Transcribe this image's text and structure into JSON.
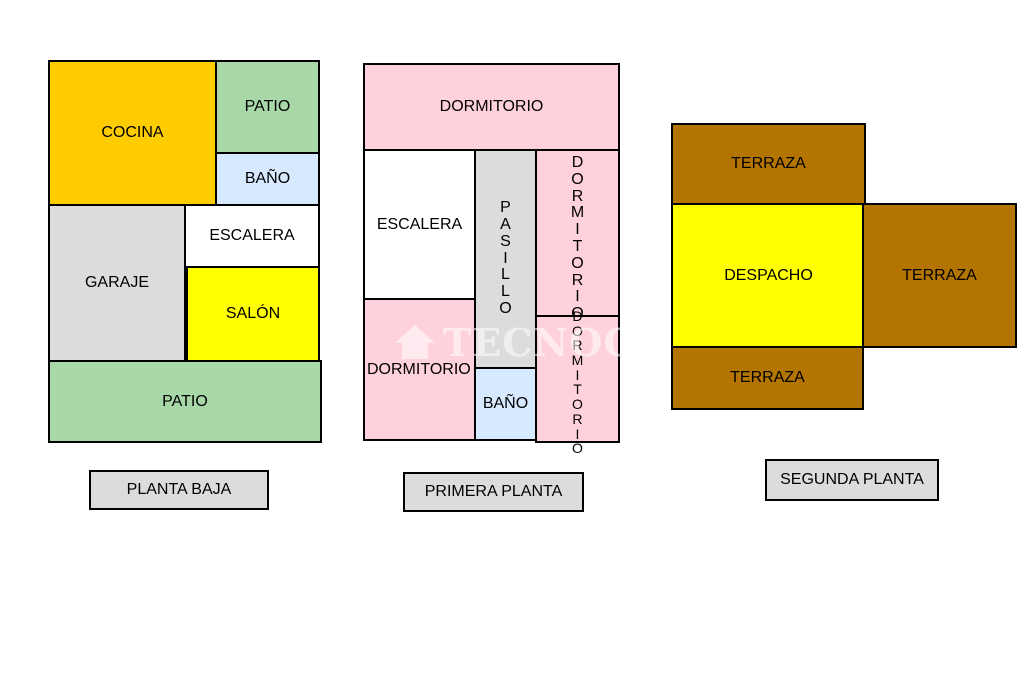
{
  "colors": {
    "cocina": "#FFCC00",
    "patio": "#A8D8A8",
    "bano": "#D6E9FF",
    "escalera": "#FFFFFF",
    "garaje": "#DCDCDC",
    "salon": "#FFFF00",
    "dormitorio": "#FFD1DC",
    "pasillo": "#DCDCDC",
    "terraza": "#B37400",
    "despacho": "#FFFF00",
    "label_bg": "#DCDCDC"
  },
  "planta_baja": {
    "cocina": "COCINA",
    "patio_top": "PATIO",
    "bano": "BAÑO",
    "escalera": "ESCALERA",
    "garaje": "GARAJE",
    "salon": "SALÓN",
    "patio_bottom": "PATIO",
    "label": "PLANTA BAJA"
  },
  "primera_planta": {
    "dormitorio_top": "DORMITORIO",
    "escalera": "ESCALERA",
    "pasillo": "PASILLO",
    "dormitorio_right_top": "DORMITORIO",
    "dormitorio_right_bottom": "DORMITORIO",
    "dormitorio_bottom_left": "DORMITORIO",
    "bano": "BAÑO",
    "label": "PRIMERA PLANTA"
  },
  "segunda_planta": {
    "terraza_top": "TERRAZA",
    "despacho": "DESPACHO",
    "terraza_right": "TERRAZA",
    "terraza_bottom": "TERRAZA",
    "label": "SEGUNDA PLANTA"
  },
  "watermark": "TECNOCASA"
}
